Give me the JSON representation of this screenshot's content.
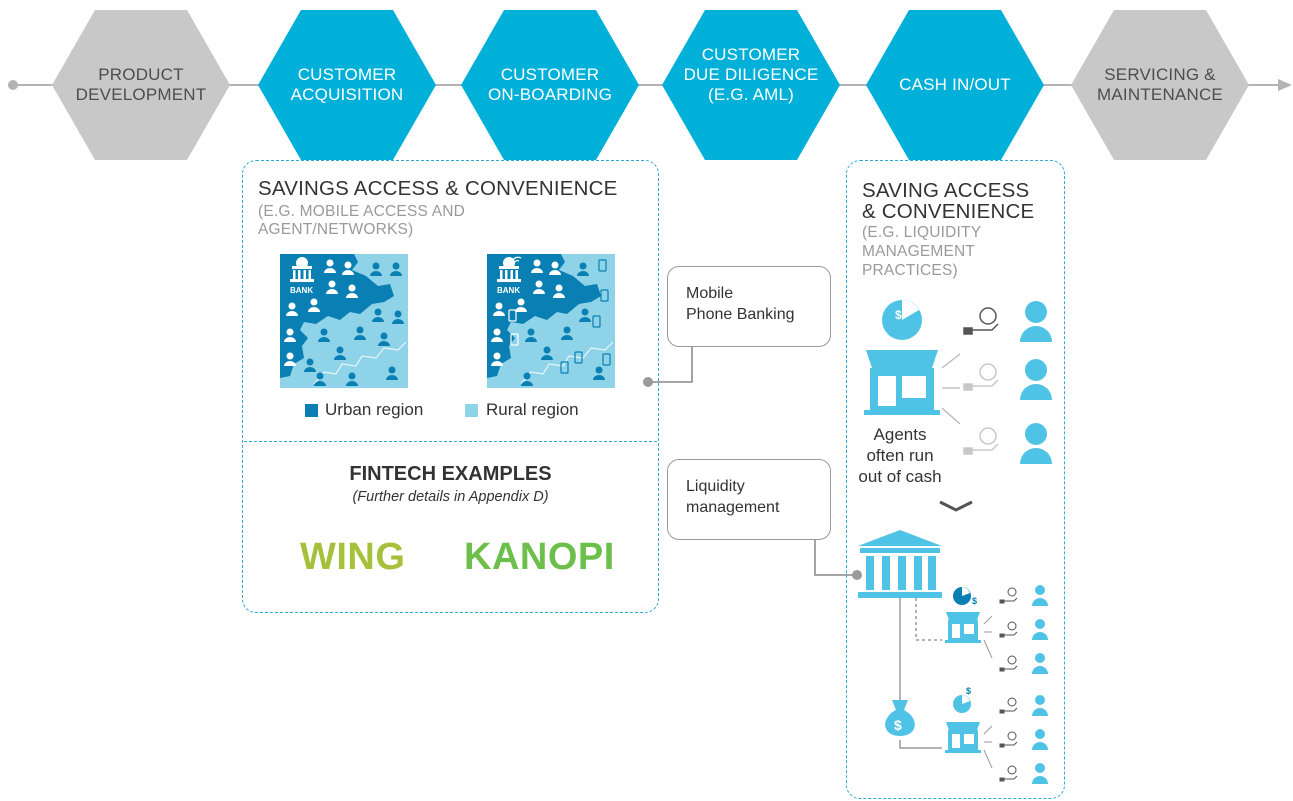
{
  "steps": [
    {
      "label_1": "PRODUCT",
      "label_2": "DEVELOPMENT",
      "style": "gray"
    },
    {
      "label_1": "CUSTOMER",
      "label_2": "ACQUISITION",
      "style": "blue"
    },
    {
      "label_1": "CUSTOMER",
      "label_2": "ON-BOARDING",
      "style": "blue"
    },
    {
      "label_1": "CUSTOMER",
      "label_2": "DUE DILIGENCE",
      "label_3": "(E.G. AML)",
      "style": "blue"
    },
    {
      "label_1": "CASH IN/OUT",
      "style": "blue"
    },
    {
      "label_1": "SERVICING &",
      "label_2": "MAINTENANCE",
      "style": "gray"
    }
  ],
  "left_panel": {
    "title": "SAVINGS ACCESS & CONVENIENCE",
    "subtitle_1": "(E.G. MOBILE ACCESS AND",
    "subtitle_2": "AGENT/NETWORKS)",
    "bank_label_1": "BANK",
    "bank_label_2": "BANK",
    "legend_urban": "Urban region",
    "legend_rural": "Rural region",
    "fintech_title": "FINTECH EXAMPLES",
    "fintech_sub": "(Further details in Appendix D)",
    "brand_1": "WING",
    "brand_2": "KANOPI"
  },
  "callouts": {
    "mobile_1": "Mobile",
    "mobile_2": "Phone Banking",
    "liquidity_1": "Liquidity",
    "liquidity_2": "management"
  },
  "right_panel": {
    "title_1": "SAVING ACCESS",
    "title_2": "& CONVENIENCE",
    "subtitle_1": "(E.G. LIQUIDITY",
    "subtitle_2": "MANAGEMENT",
    "subtitle_3": "PRACTICES)",
    "agents_1": "Agents",
    "agents_2": "often run",
    "agents_3": "out of cash"
  },
  "colors": {
    "blue_hex": "#00b0d8",
    "gray_hex": "#c8c8c8",
    "urban": "#0a7fb3",
    "rural": "#8ed3e8",
    "icon_blue": "#4fc3e6",
    "wing": "#a6c03c",
    "kanopi": "#6cbf4a",
    "panel_border": "#29a9d4"
  }
}
